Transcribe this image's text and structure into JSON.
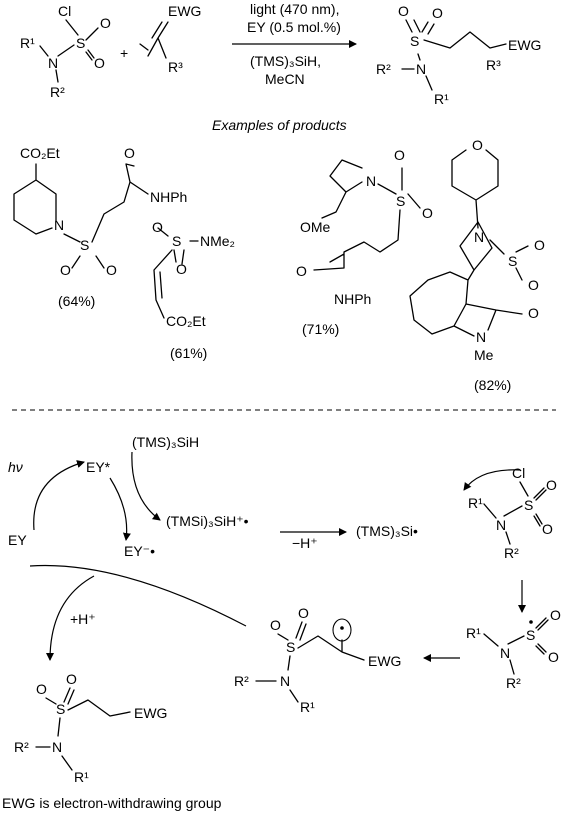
{
  "reaction": {
    "cond1": "light (470 nm),",
    "cond2": "EY (0.5 mol.%)",
    "cond3": "(TMS)₃SiH,",
    "cond4": "MeCN",
    "reagent_cl": "Cl",
    "reagent_r1": "R¹",
    "reagent_n": "N",
    "reagent_r2": "R²",
    "reagent_s": "S",
    "o": "O",
    "plus": "+",
    "alkene_ewg": "EWG",
    "alkene_r3": "R³",
    "product_r2": "R²",
    "product_n": "N",
    "product_r1": "R¹",
    "product_s": "S",
    "product_r3": "R³",
    "product_ewg": "EWG"
  },
  "examples": {
    "heading": "Examples of products",
    "p1": {
      "co2et": "CO₂Et",
      "n": "N",
      "s": "S",
      "o": "O",
      "nhph": "NHPh",
      "yield": "(64%)"
    },
    "p2": {
      "s": "S",
      "nme2": "NMe₂",
      "o": "O",
      "co2et": "CO₂Et",
      "yield": "(61%)"
    },
    "p3": {
      "n": "N",
      "s": "S",
      "o": "O",
      "ome": "OMe",
      "nhph": "NHPh",
      "yield": "(71%)"
    },
    "p4": {
      "o_ring": "O",
      "n_morph": "N",
      "s": "S",
      "o": "O",
      "n_ind": "N",
      "me": "Me",
      "yield": "(82%)"
    }
  },
  "mechanism": {
    "hv": "hν",
    "ey": "EY",
    "ey_star": "EY*",
    "ey_rad": "EY⁻•",
    "tms_sih": "(TMS)₃SiH",
    "tms_sih_rad": "(TMSi)₃SiH⁺•",
    "minus_h": "−H⁺",
    "tms_si_rad": "(TMS)₃Si•",
    "plus_h": "+H⁺",
    "cl": "Cl",
    "r1": "R¹",
    "n": "N",
    "s": "S",
    "r2": "R²",
    "o": "O",
    "ewg": "EWG"
  },
  "footnote": "EWG is electron-withdrawing group"
}
